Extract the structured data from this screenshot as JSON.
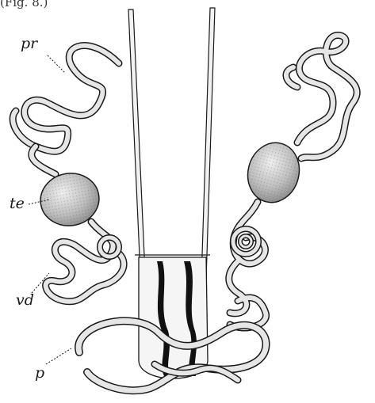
{
  "header_fragment": "(Fig. 8.)",
  "labels": {
    "pr": "pr",
    "te": "te",
    "vd": "vd",
    "p": "p"
  },
  "colors": {
    "ink": "#1a1a1a",
    "tube_fill": "#e6e6e6",
    "testis_fill": "#c9c9c9",
    "dark_band": "#111111"
  }
}
